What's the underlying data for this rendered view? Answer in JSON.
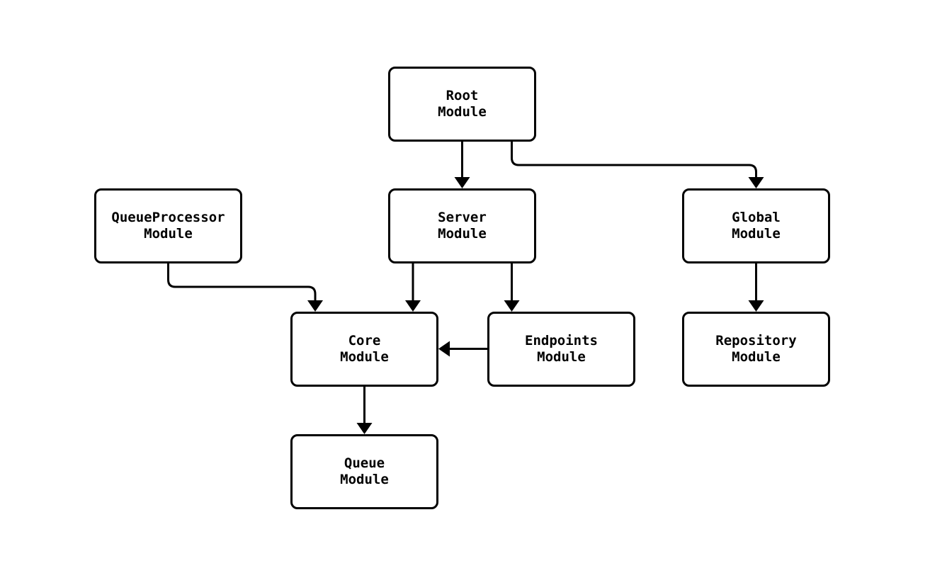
{
  "diagram": {
    "type": "module-dependency-flowchart",
    "background_color": "#ffffff",
    "node_fill_color": "#ffffff",
    "stroke_color": "#000000",
    "nodes": [
      {
        "id": "root",
        "line1": "Root",
        "line2": "Module"
      },
      {
        "id": "queueprocessor",
        "line1": "QueueProcessor",
        "line2": "Module"
      },
      {
        "id": "server",
        "line1": "Server",
        "line2": "Module"
      },
      {
        "id": "global",
        "line1": "Global",
        "line2": "Module"
      },
      {
        "id": "core",
        "line1": "Core",
        "line2": "Module"
      },
      {
        "id": "endpoints",
        "line1": "Endpoints",
        "line2": "Module"
      },
      {
        "id": "repository",
        "line1": "Repository",
        "line2": "Module"
      },
      {
        "id": "queue",
        "line1": "Queue",
        "line2": "Module"
      }
    ],
    "edges": [
      {
        "from": "Root Module",
        "to": "Server Module"
      },
      {
        "from": "Root Module",
        "to": "Global Module"
      },
      {
        "from": "QueueProcessor Module",
        "to": "Core Module"
      },
      {
        "from": "Server Module",
        "to": "Core Module"
      },
      {
        "from": "Server Module",
        "to": "Endpoints Module"
      },
      {
        "from": "Endpoints Module",
        "to": "Core Module"
      },
      {
        "from": "Global Module",
        "to": "Repository Module"
      },
      {
        "from": "Core Module",
        "to": "Queue Module"
      }
    ]
  }
}
